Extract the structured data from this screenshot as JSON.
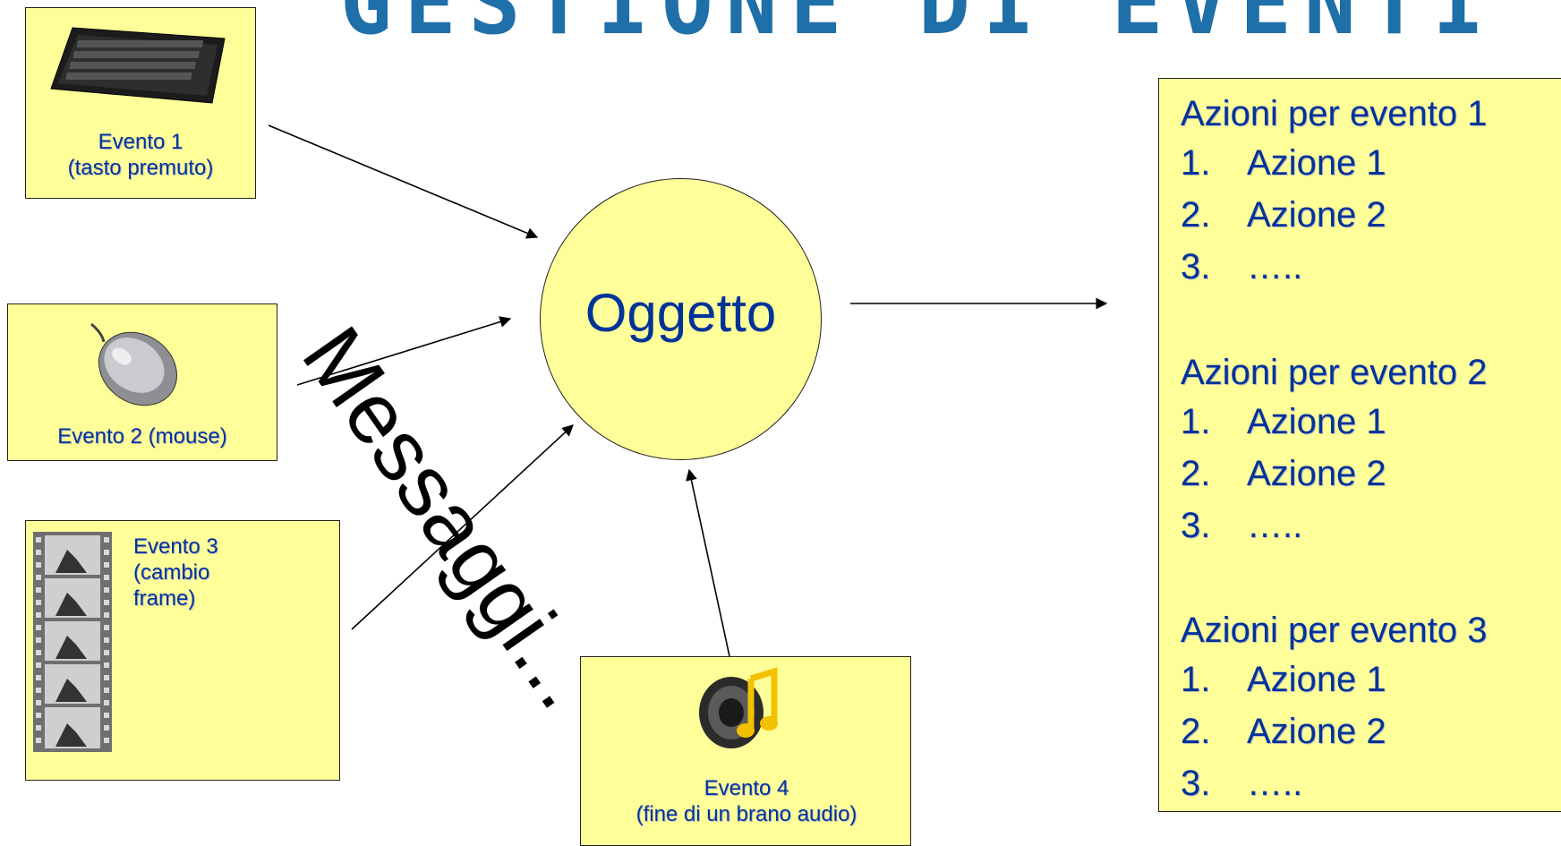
{
  "title": "GESTIONE DI EVENTI",
  "object_label": "Oggetto",
  "messages_label": "Messaggi...",
  "events": [
    {
      "line1": "Evento 1",
      "line2": "(tasto premuto)"
    },
    {
      "line1": "Evento 2  (mouse)"
    },
    {
      "line1": "Evento 3",
      "line2": "(cambio",
      "line3": "frame)"
    },
    {
      "line1": "Evento 4",
      "line2": "(fine di un brano audio)"
    }
  ],
  "actions": [
    {
      "header": "Azioni per evento 1",
      "items": [
        "Azione 1",
        "Azione 2",
        "….."
      ]
    },
    {
      "header": "Azioni per evento 2",
      "items": [
        "Azione 1",
        "Azione 2",
        "….."
      ]
    },
    {
      "header": "Azioni per evento 3",
      "items": [
        "Azione 1",
        "Azione 2",
        "….."
      ]
    }
  ],
  "numbers": [
    "1.",
    "2.",
    "3."
  ],
  "icons": [
    "keyboard-icon",
    "mouse-icon",
    "film-strip-icon",
    "speaker-music-icon"
  ]
}
